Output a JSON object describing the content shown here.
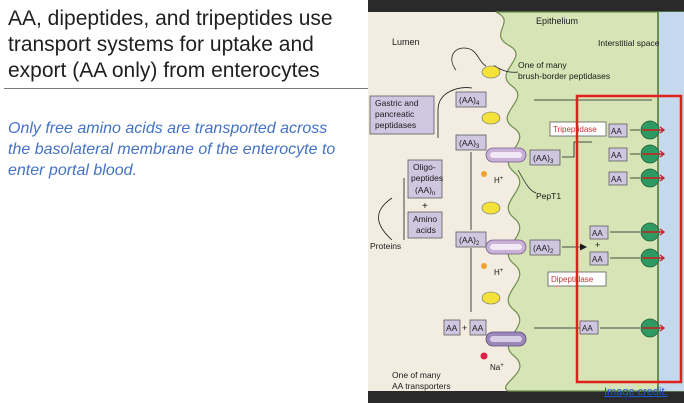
{
  "slide": {
    "title": "AA, dipeptides, and tripeptides use transport systems for uptake and export (AA only) from enterocytes",
    "body_text": "Only free amino acids are transported across the basolateral membrane of the enterocyte to enter portal blood.",
    "image_credit": "Image credit."
  },
  "figure": {
    "epithelium": "Epithelium",
    "lumen": "Lumen",
    "interstitial_space": "Interstitial space",
    "brush_border_line1": "One of many",
    "brush_border_line2": "brush-border peptidases",
    "gastric_line1": "Gastric and",
    "gastric_line2": "pancreatic",
    "gastric_line3": "peptidases",
    "oligo_line1": "Oligo-",
    "oligo_line2": "peptides",
    "oligo_line3": "(AA)",
    "oligo_sub": "n",
    "plus": "+",
    "amino_line1": "Amino",
    "amino_line2": "acids",
    "proteins": "Proteins",
    "aa4": "(AA)",
    "aa4_sub": "4",
    "aa3": "(AA)",
    "aa3_sub": "3",
    "aa2": "(AA)",
    "aa2_sub": "2",
    "aa3_cell": "(AA)",
    "aa3_cell_sub": "3",
    "aa2_cell": "(AA)",
    "aa2_cell_sub": "2",
    "h_plus_1": "H",
    "h_plus_2": "H",
    "plus_sup": "+",
    "pept1": "PepT1",
    "aa_plus_aa_left": "AA",
    "aa_plus_aa_mid": "+",
    "aa_plus_aa_right": "AA",
    "na_plus": "Na",
    "transporter_line1": "One of many",
    "transporter_line2": "AA transporters",
    "tripeptidase": "Tripeptidase",
    "dipeptidase": "Dipeptidase",
    "aa": "AA",
    "colors": {
      "lumen_bg": "#f3ede1",
      "cell": "#d6e4b6",
      "interstitial": "#c5d9ee",
      "highlight_box": "#e0201a",
      "basolateral_pump": "#2e9a62",
      "pept1_transporter": "#c8b0d6",
      "h_dot": "#f0a030",
      "na_dot": "#e0204a",
      "title_text": "#1f1f1f",
      "subtitle_text": "#4472c4",
      "credit_link": "#1a5ccf"
    }
  }
}
